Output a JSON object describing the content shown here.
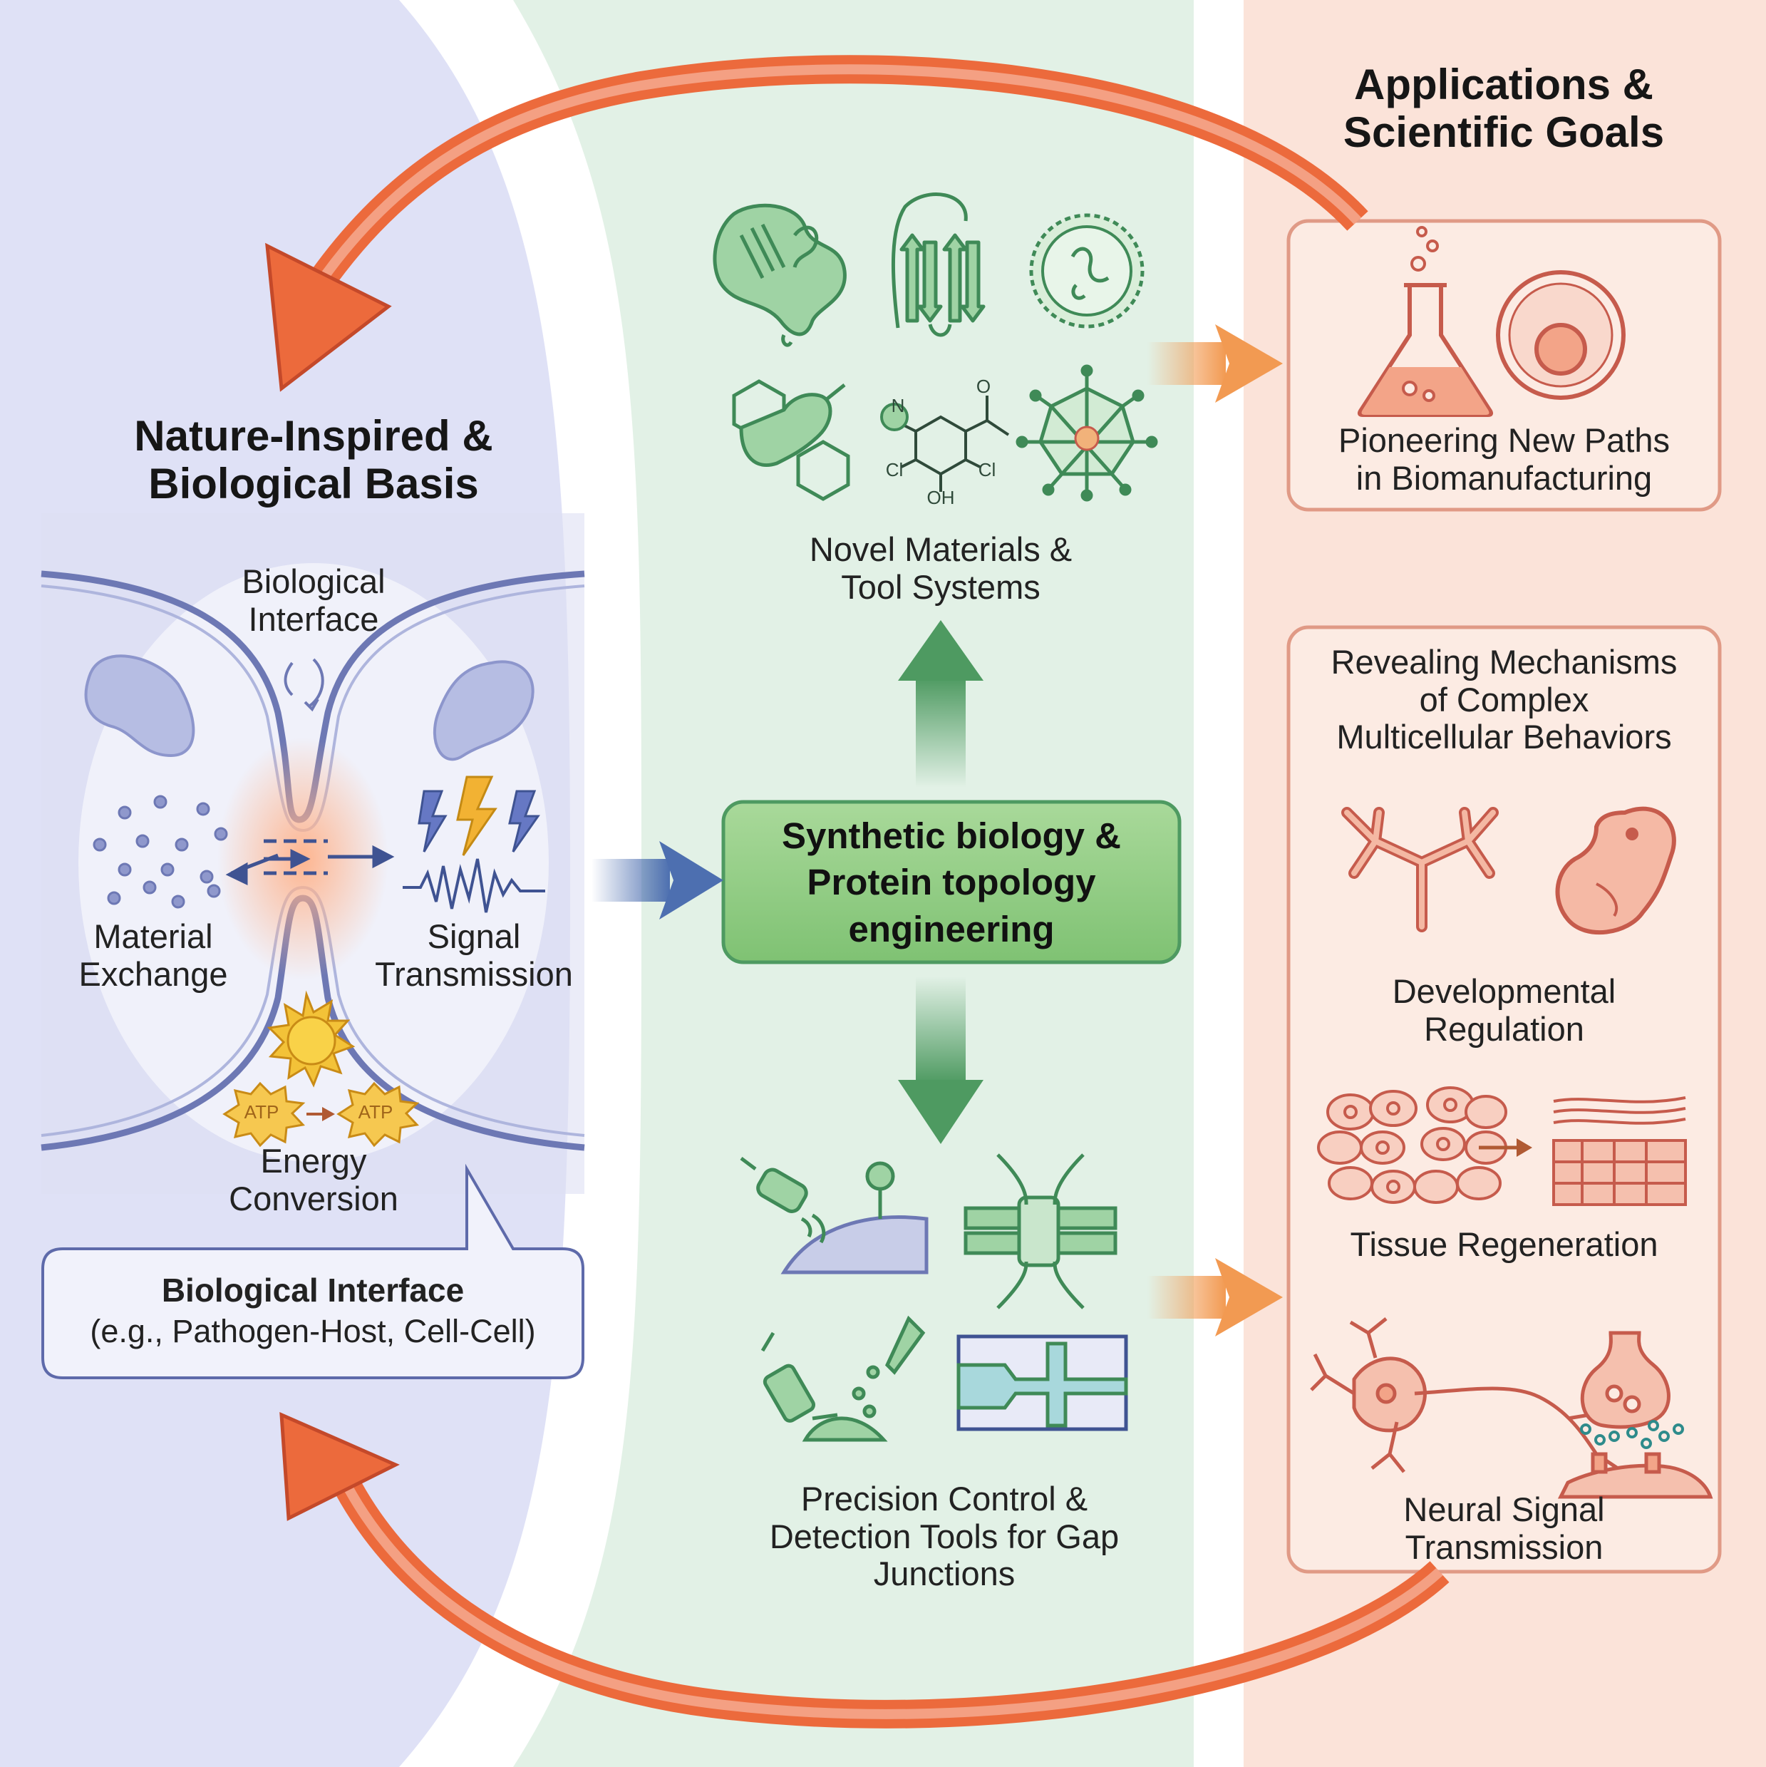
{
  "left": {
    "title_line1": "Nature-Inspired &",
    "title_line2": "Biological Basis",
    "interface_line1": "Biological",
    "interface_line2": "Interface",
    "material_line1": "Material",
    "material_line2": "Exchange",
    "signal_line1": "Signal",
    "signal_line2": "Transmission",
    "energy_line1": "Energy",
    "energy_line2": "Conversion",
    "atp_label": "ATP",
    "callout_title": "Biological Interface",
    "callout_sub": "(e.g., Pathogen-Host, Cell-Cell)"
  },
  "center": {
    "hub_line1": "Synthetic biology &",
    "hub_line2": "Protein topology",
    "hub_line3": "engineering",
    "materials_line1": "Novel Materials &",
    "materials_line2": "Tool Systems",
    "precision_line1": "Precision Control &",
    "precision_line2": "Detection Tools for Gap",
    "precision_line3": "Junctions",
    "chem_n": "N",
    "chem_o": "O",
    "chem_cl1": "Cl",
    "chem_cl2": "Cl",
    "chem_oh": "OH"
  },
  "right": {
    "title_line1": "Applications &",
    "title_line2": "Scientific Goals",
    "bio_line1": "Pioneering New Paths",
    "bio_line2": "in Biomanufacturing",
    "mech_line1": "Revealing Mechanisms",
    "mech_line2": "of Complex",
    "mech_line3": "Multicellular Behaviors",
    "dev_line1": "Developmental",
    "dev_line2": "Regulation",
    "tissue": "Tissue Regeneration",
    "neural_line1": "Neural Signal",
    "neural_line2": "Transmission"
  },
  "colors": {
    "left_bg": "#dfe1f6",
    "center_bg": "#e2f1e6",
    "right_bg": "#fbe3d9",
    "cycle_arrow": "#ec6a3c",
    "green_arrow": "#4e9a61",
    "blue_arrow": "#4d6fb0",
    "orange_arrow": "#f29a52",
    "icon_green": "#3f8a57",
    "icon_red": "#c65b4c",
    "hub_fill": "#8cc97f"
  }
}
